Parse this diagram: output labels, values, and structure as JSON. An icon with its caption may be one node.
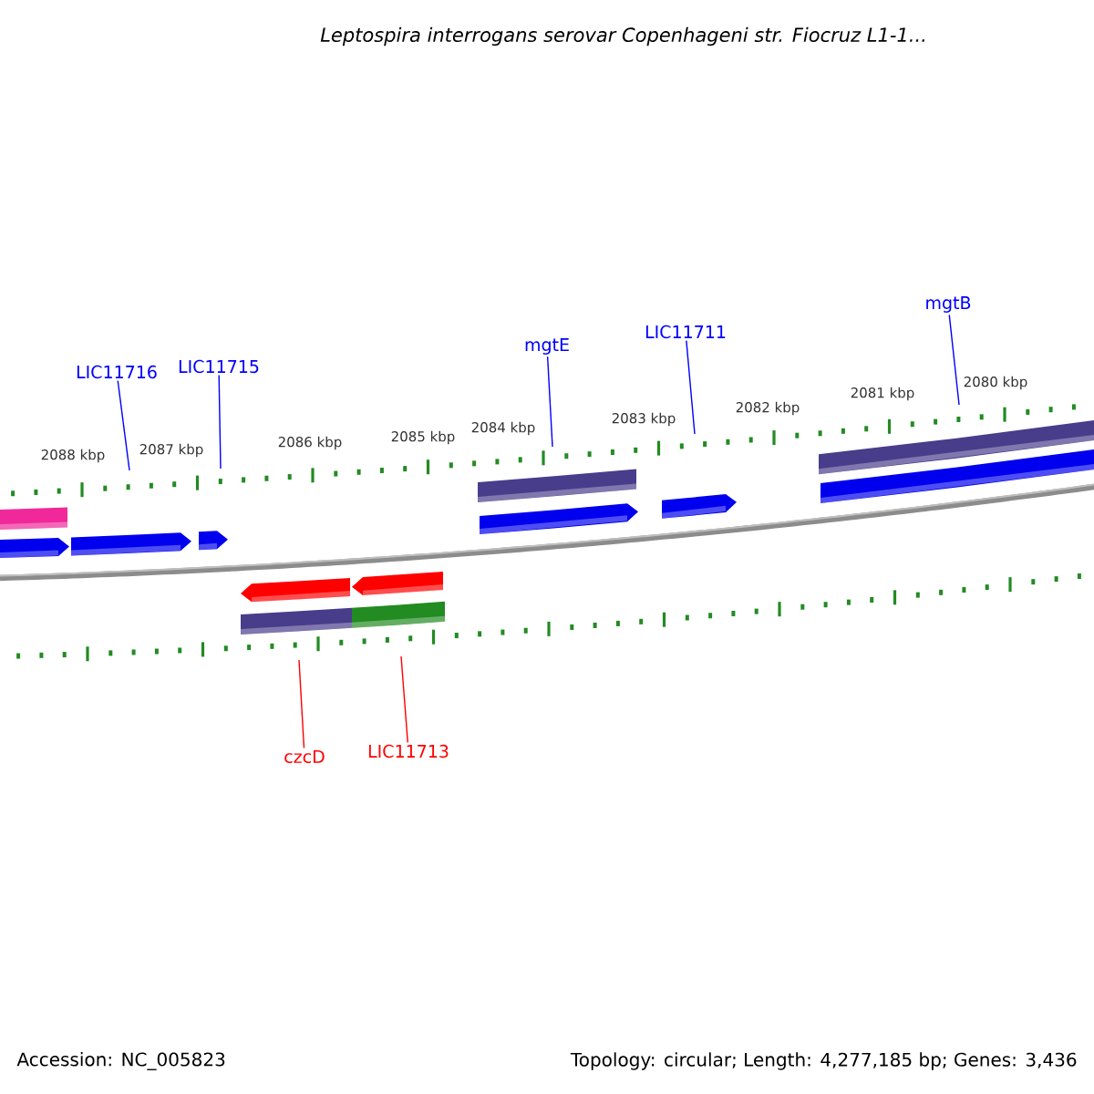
{
  "diagram": {
    "title": "*Leptospira interrogans* serovar Copenhageni str. Fiocruz L1-1...",
    "nodes": [
      {
        "text": [
          "LIC11716"
        ]
      },
      {
        "text": [
          "LIC11715"
        ]
      },
      {
        "text": [
          "mgtE"
        ]
      },
      {
        "text": [
          "LIC11711"
        ]
      },
      {
        "text": [
          "mgtB"
        ]
      },
      {
        "text": [
          "czcD"
        ]
      },
      {
        "text": [
          "LIC11713"
        ]
      }
    ],
    "edges": [
      {
        "from": 0,
        "to": null,
        "arrow": "none"
      },
      {
        "from": 1,
        "to": null,
        "arrow": "none"
      },
      {
        "from": 2,
        "to": null,
        "arrow": "none"
      },
      {
        "from": 3,
        "to": null,
        "arrow": "none"
      },
      {
        "from": 4,
        "to": null,
        "arrow": "none"
      },
      {
        "from": 5,
        "to": null,
        "arrow": "none",
        "color": "#ff0000"
      },
      {
        "from": 6,
        "to": null,
        "arrow": "none",
        "color": "#ff0000"
      }
    ],
    "labels": [
      "2088 kbp",
      "2087 kbp",
      "2086 kbp",
      "2085 kbp",
      "2084 kbp",
      "2083 kbp",
      "2082 kbp",
      "2081 kbp",
      "2080 kbp",
      "Accession: NC_005823",
      "Topology: circular; Length: 4,277,185 bp; Genes: 3,436"
    ]
  }
}
